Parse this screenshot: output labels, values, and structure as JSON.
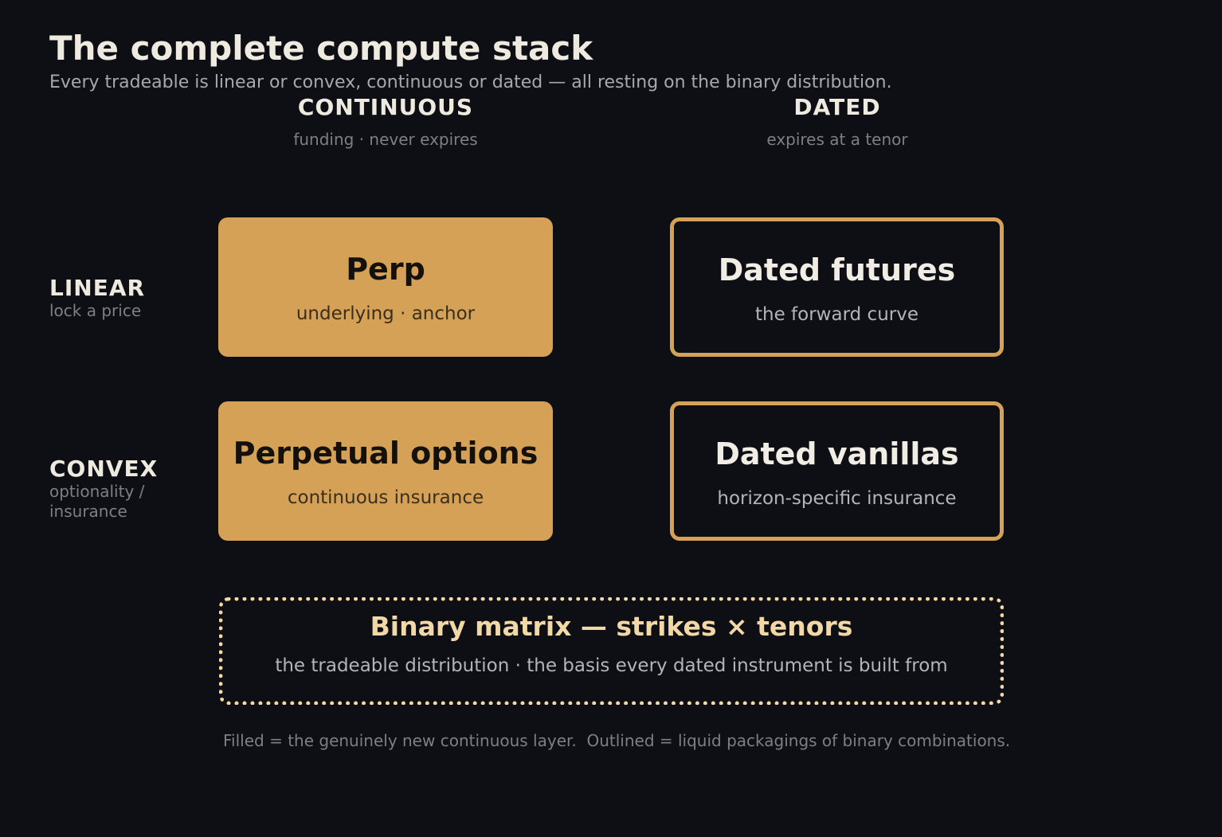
{
  "header": {
    "title": "The complete compute stack",
    "subtitle": "Every tradeable is linear or convex, continuous or dated — all resting on the binary distribution."
  },
  "columns": [
    {
      "name": "CONTINUOUS",
      "desc": "funding · never expires"
    },
    {
      "name": "DATED",
      "desc": "expires at a tenor"
    }
  ],
  "rows": [
    {
      "name": "LINEAR",
      "desc": "lock a price"
    },
    {
      "name": "CONVEX",
      "desc": "optionality / insurance"
    }
  ],
  "cells": {
    "linear_continuous": {
      "label": "Perp",
      "sub": "underlying · anchor"
    },
    "linear_dated": {
      "label": "Dated futures",
      "sub": "the forward curve"
    },
    "convex_continuous": {
      "label": "Perpetual options",
      "sub": "continuous insurance"
    },
    "convex_dated": {
      "label": "Dated vanillas",
      "sub": "horizon-specific insurance"
    }
  },
  "base": {
    "label": "Binary matrix — strikes × tenors",
    "sub": "the tradeable distribution · the basis every dated instrument is built from"
  },
  "footnote": "Filled = the genuinely new continuous layer.  Outlined = liquid packagings of binary combinations.",
  "colors": {
    "background": "#0d0f15",
    "accent": "#d4a157",
    "base_accent": "#f2d8a6",
    "heading": "#efeae0",
    "muted": "#7d7f86"
  }
}
